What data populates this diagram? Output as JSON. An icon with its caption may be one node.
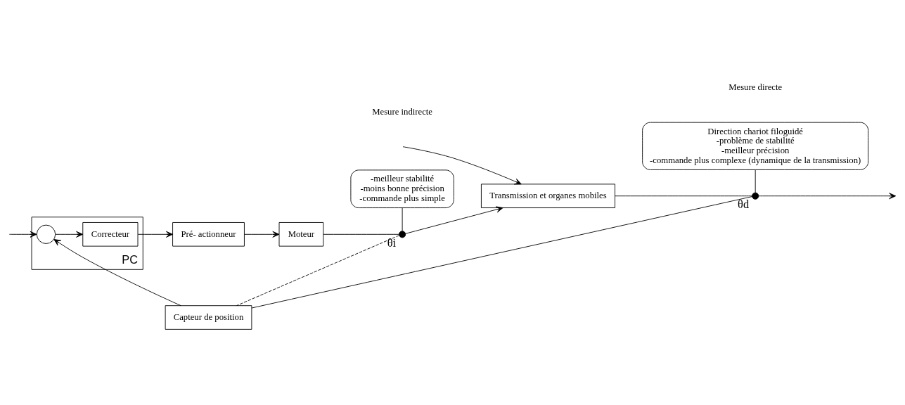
{
  "diagram": {
    "nodes": [
      {
        "text": [
          "PC"
        ]
      },
      {
        "text": [],
        "shape": "circle",
        "in": 0
      },
      {
        "text": [
          "Correcteur"
        ],
        "in": 0
      },
      {
        "text": [
          "Pré- actionneur"
        ]
      },
      {
        "text": [
          "Moteur"
        ]
      },
      {
        "text": [
          "θi"
        ]
      },
      {
        "text": [
          "Transmission et organes mobiles"
        ]
      },
      {
        "text": [
          "θd"
        ]
      },
      {
        "text": [
          "Capteur de position"
        ]
      },
      {
        "text": [
          "-meilleur stabilité",
          "-moins bonne précision",
          "-commande plus simple"
        ]
      },
      {
        "text": [
          "Direction chariot filoguidé",
          "-problème de stabilité",
          "-meilleur précision",
          "-commande plus complexe (dynamique de la transmission)"
        ]
      }
    ],
    "edges": [
      {
        "from": null,
        "to": 1,
        "arrow": "to"
      },
      {
        "from": 1,
        "to": 2,
        "arrow": "to"
      },
      {
        "from": 2,
        "to": 3,
        "arrow": "to"
      },
      {
        "from": 3,
        "to": 4,
        "arrow": "to"
      },
      {
        "from": 4,
        "to": 5,
        "arrow": "none"
      },
      {
        "from": 5,
        "to": 6,
        "arrow": "to"
      },
      {
        "from": null,
        "to": 6,
        "arrow": "to"
      },
      {
        "from": 6,
        "to": 7,
        "arrow": "none"
      },
      {
        "from": 7,
        "to": null,
        "arrow": "to"
      },
      {
        "from": 7,
        "to": 8,
        "arrow": "none"
      },
      {
        "from": 5,
        "to": 8,
        "arrow": "none",
        "style": "dashed"
      },
      {
        "from": 8,
        "to": 1,
        "arrow": "to"
      },
      {
        "from": 9,
        "to": 5,
        "arrow": "none"
      },
      {
        "from": 10,
        "to": 7,
        "arrow": "none"
      }
    ],
    "labels": [
      "Mesure indirecte",
      "Mesure directe"
    ]
  }
}
